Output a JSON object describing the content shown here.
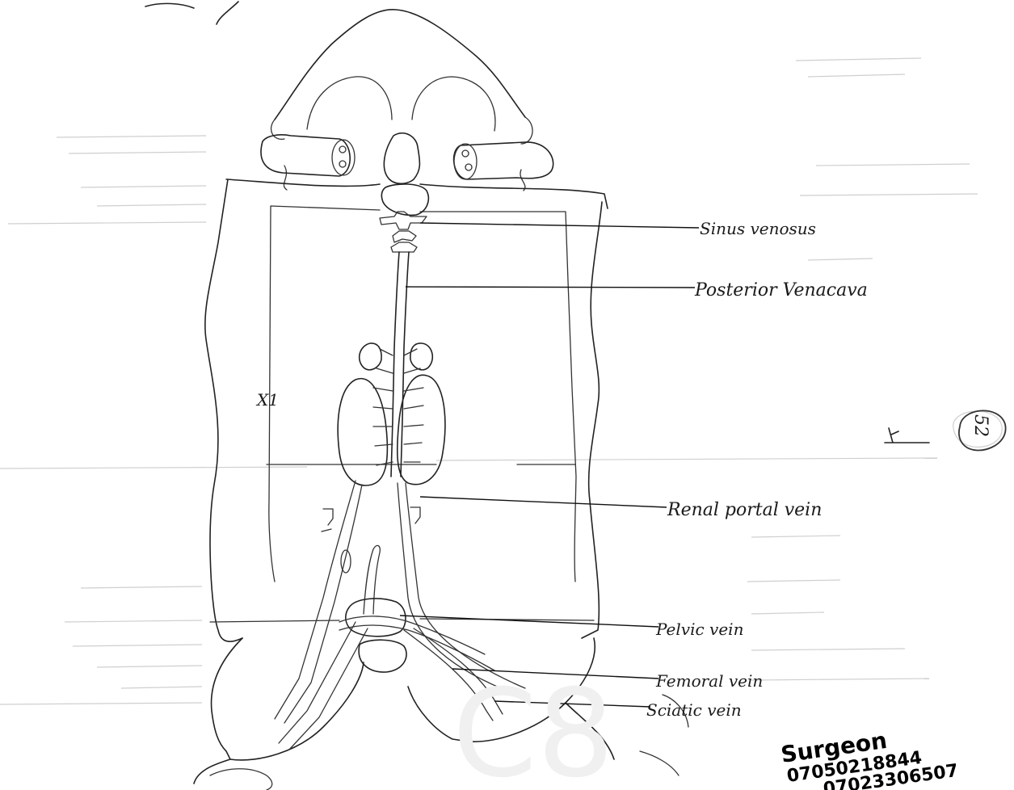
{
  "labels": {
    "sinus_venosus": "Sinus venosus",
    "posterior_vena_cava": "Posterior Venacava",
    "renal_portal_vein": "Renal portal vein",
    "pelvic_vein": "Pelvic vein",
    "femoral_vein": "Femoral vein",
    "sciatic_vein": "Sciatic vein"
  },
  "magnification": "X1",
  "question_number": "52",
  "signature": {
    "name": "Surgeon",
    "phone_1": "07050218844",
    "phone_2": "07023306507"
  }
}
